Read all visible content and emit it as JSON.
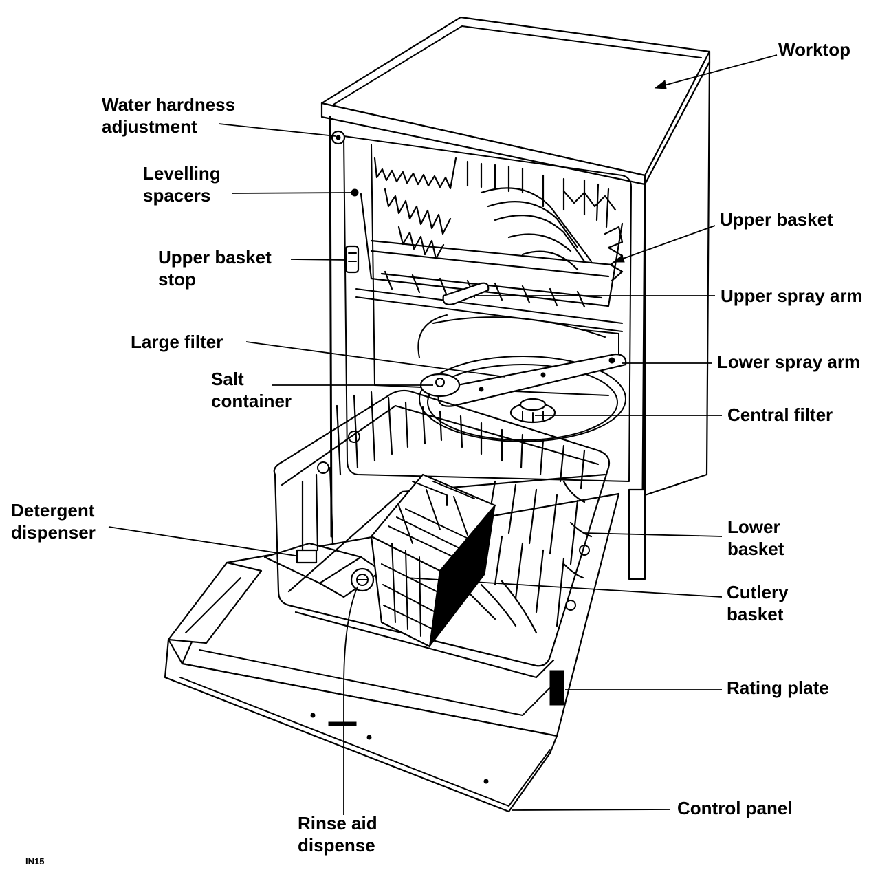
{
  "labels": {
    "worktop": "Worktop",
    "water_hardness": [
      "Water hardness",
      "adjustment"
    ],
    "levelling_spacers": [
      "Levelling",
      "spacers"
    ],
    "upper_basket": "Upper basket",
    "upper_basket_stop": [
      "Upper basket",
      "stop"
    ],
    "upper_spray_arm": "Upper spray arm",
    "large_filter": "Large filter",
    "lower_spray_arm": "Lower spray arm",
    "salt_container": [
      "Salt",
      "container"
    ],
    "central_filter": "Central filter",
    "detergent_dispenser": [
      "Detergent",
      "dispenser"
    ],
    "lower_basket": [
      "Lower",
      "basket"
    ],
    "cutlery_basket": [
      "Cutlery",
      "basket"
    ],
    "rating_plate": "Rating plate",
    "control_panel": "Control panel",
    "rinse_aid": [
      "Rinse aid",
      "dispense"
    ]
  },
  "figure_code": "IN15"
}
